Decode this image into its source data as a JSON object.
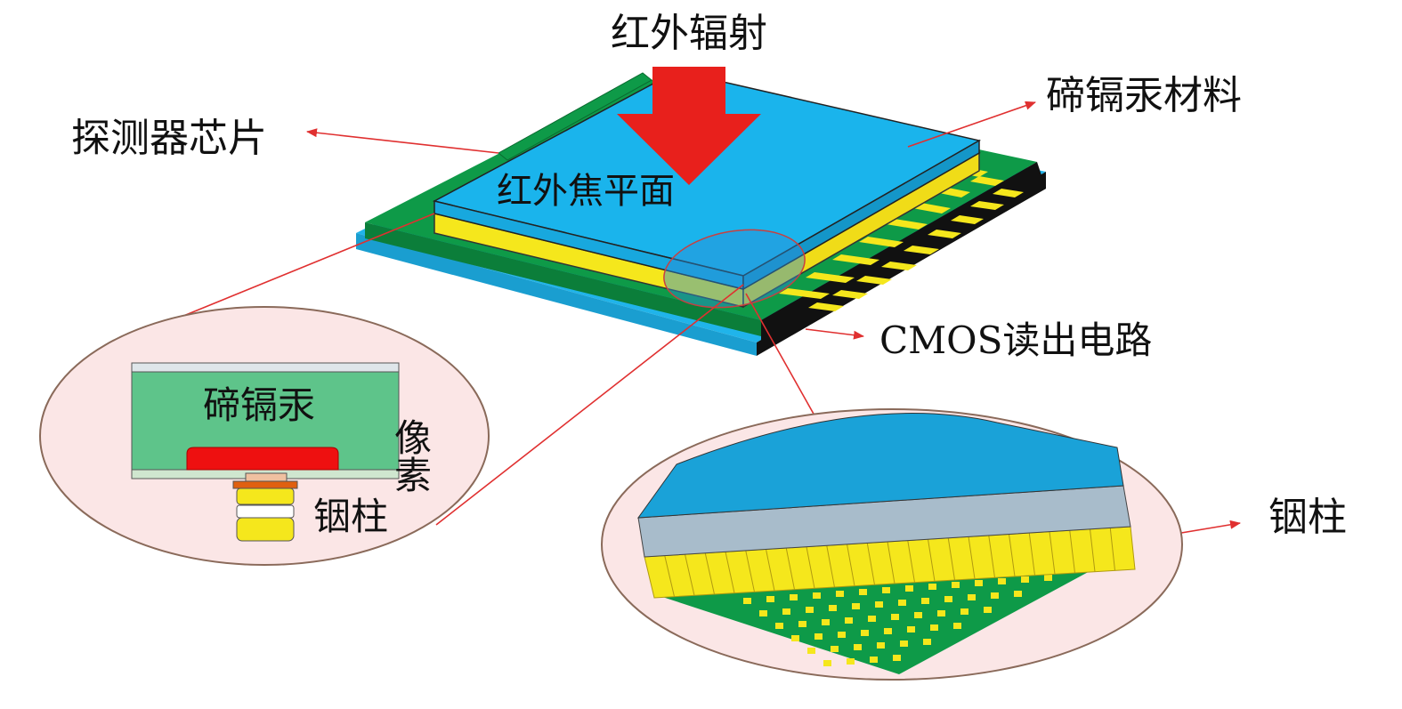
{
  "labels": {
    "infrared_radiation": "红外辐射",
    "detector_chip": "探测器芯片",
    "hgcdte_material": "碲镉汞材料",
    "focal_plane": "红外焦平面",
    "cmos_readout": "CMOS读出电路",
    "hgcdte_short": "碲镉汞",
    "pixel": "像素",
    "indium_bump_left": "铟柱",
    "indium_bump_right": "铟柱"
  },
  "colors": {
    "arrow_red": "#e8201c",
    "leader_red": "#e03030",
    "focal_plane_blue": "#1ab4ec",
    "substrate_blue": "#20b4ea",
    "board_green": "#0e9a48",
    "indium_yellow": "#f5e71c",
    "readout_black": "#111111",
    "pixel_green": "#5ec48a",
    "magnifier_fill": "#fbe6e6",
    "magnifier_edge": "#8a6a5a"
  }
}
